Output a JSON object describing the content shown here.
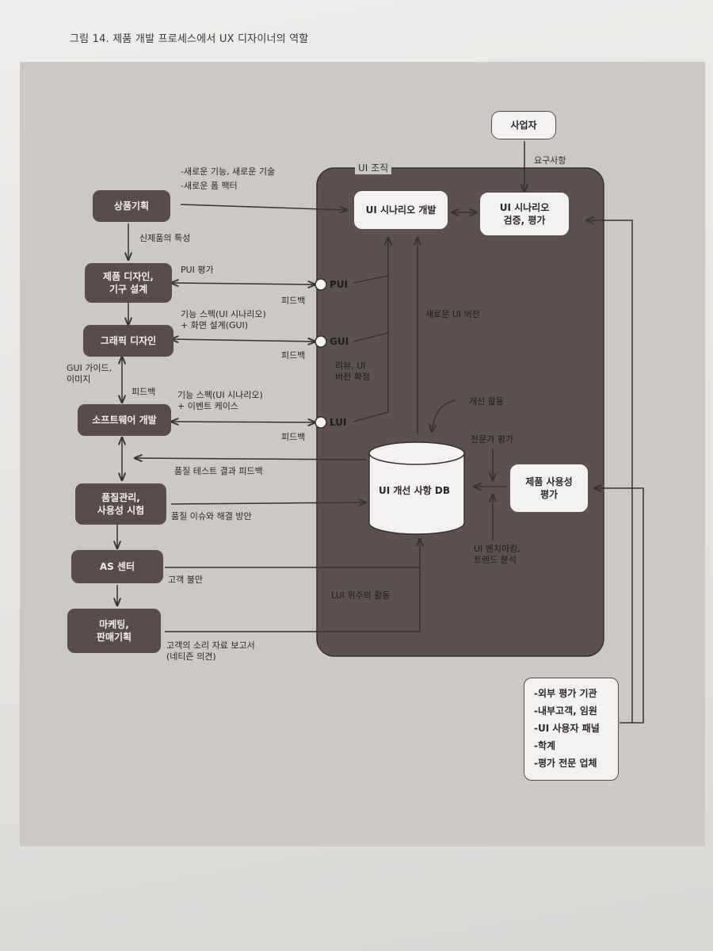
{
  "caption": "그림 14. 제품 개발 프로세스에서 UX 디자이너의 역할",
  "org_title": "UI 조직",
  "left_boxes": {
    "product_planning": "상품기획",
    "product_design": "제품 디자인,\n기구 설계",
    "graphic_design": "그래픽 디자인",
    "software_dev": "소프트웨어 개발",
    "quality": "품질관리,\n사용성 시험",
    "as_center": "AS 센터",
    "marketing": "마케팅,\n판매기획"
  },
  "org_boxes": {
    "scenario_dev": "UI 시나리오 개발",
    "scenario_verify": "UI 시나리오\n검증, 평가",
    "db": "UI 개선 사항 DB",
    "usability_eval": "제품 사용성\n평가"
  },
  "operator": "사업자",
  "ports": {
    "pui": "PUI",
    "gui": "GUI",
    "lui": "LUI"
  },
  "labels": {
    "new_features": "-새로운 기능, 새로운 기술\n-새로운 폼 팩터",
    "requirements": "요구사항",
    "new_product_traits": "신제품의 특성",
    "pui_eval": "PUI 평가",
    "feedback_pui": "피드백",
    "gui_spec": "기능 스펙(UI 시나리오)\n+ 화면 설계(GUI)",
    "feedback_gui": "피드백",
    "gui_guide": "GUI 가이드,\n이미지",
    "feedback_side": "피드백",
    "lui_spec": "기능 스펙(UI 시나리오)\n+ 이벤트 케이스",
    "feedback_lui": "피드백",
    "review": "리뷰, UI\n버전 확정",
    "new_version": "새로운 UI 버전",
    "improvement": "개선 활동",
    "expert_eval": "전문가 평가",
    "benchmarking": "UI 벤치마킹,\n트렌드 분석",
    "quality_feedback": "품질 테스트 결과 피드백",
    "quality_issues": "품질 이슈와 해결 방안",
    "complaints": "고객 불만",
    "lui_activity": "LUI 위주의 활동",
    "voc_report": "고객의 소리 자료 보고서\n(네티즌 의견)"
  },
  "external_list": [
    "-외부 평가 기관",
    "-내부고객, 임원",
    "-UI 사용자 패널",
    "-학계",
    "-평가 전문 업체"
  ],
  "colors": {
    "dark_box": "#5b4b4b",
    "org_bg": "#5e5050",
    "sheet": "#cbc8c6",
    "light_box": "#f4f2f1"
  }
}
